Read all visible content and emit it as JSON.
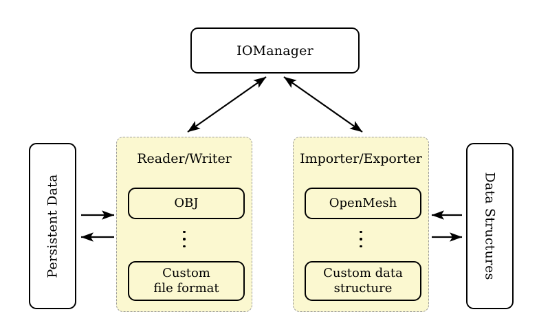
{
  "diagram": {
    "title_node": {
      "label": "IOManager"
    },
    "left_store": {
      "label": "Persistent Data"
    },
    "right_store": {
      "label": "Data Structures"
    },
    "panels": [
      {
        "title": "Reader/Writer",
        "top_item": "OBJ",
        "ellipsis": "⋮",
        "bottom_item_line1": "Custom",
        "bottom_item_line2": "file format"
      },
      {
        "title": "Importer/Exporter",
        "top_item": "OpenMesh",
        "ellipsis": "⋮",
        "bottom_item_line1": "Custom data",
        "bottom_item_line2": "structure"
      }
    ],
    "connections": [
      {
        "name": "manager-to-readerwriter",
        "style": "double-headed"
      },
      {
        "name": "manager-to-importerexporter",
        "style": "double-headed"
      },
      {
        "name": "persistent-data-to-readerwriter",
        "style": "single-right"
      },
      {
        "name": "readerwriter-to-persistent-data",
        "style": "single-left"
      },
      {
        "name": "data-structures-to-importerexporter",
        "style": "single-left"
      },
      {
        "name": "importerexporter-to-data-structures",
        "style": "single-right"
      }
    ],
    "colors": {
      "panel_fill": "#fbf8d0",
      "panel_border": "#9a9a9a",
      "stroke": "#000000",
      "background": "#ffffff"
    }
  }
}
